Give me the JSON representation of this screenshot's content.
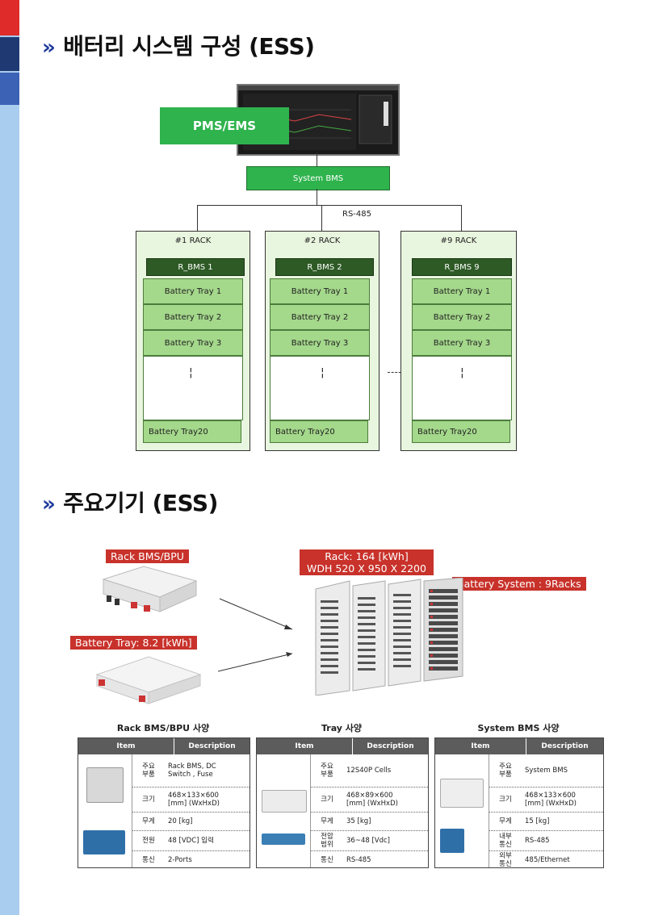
{
  "section1": {
    "chevron": "»",
    "title": "배터리 시스템 구성 (ESS)"
  },
  "section2": {
    "chevron": "»",
    "title": "주요기기 (ESS)"
  },
  "diagram": {
    "pms_label": "PMS/EMS",
    "system_bms_label": "System BMS",
    "bus_label": "RS-485",
    "racks": [
      {
        "title": "#1 RACK",
        "rbms": "R_BMS 1",
        "trays": [
          "Battery Tray 1",
          "Battery Tray 2",
          "Battery Tray 3"
        ],
        "last_tray": "Battery Tray20"
      },
      {
        "title": "#2 RACK",
        "rbms": "R_BMS 2",
        "trays": [
          "Battery Tray 1",
          "Battery Tray 2",
          "Battery Tray 3"
        ],
        "last_tray": "Battery Tray20"
      },
      {
        "title": "#9 RACK",
        "rbms": "R_BMS 9",
        "trays": [
          "Battery Tray 1",
          "Battery Tray 2",
          "Battery Tray 3"
        ],
        "last_tray": "Battery Tray20"
      }
    ],
    "colors": {
      "green": "#2fb34d",
      "dark_green": "#2d5a25",
      "tray_green": "#a4d88b",
      "rack_bg": "#e9f6df"
    }
  },
  "equipment": {
    "rack_bms_label": "Rack BMS/BPU",
    "tray_label": "Battery Tray: 8.2 [kWh]",
    "rack_label_line1": "Rack: 164 [kWh]",
    "rack_label_line2": "WDH 520 X 950 X 2200",
    "system_label": "Battery System : 9Racks",
    "label_color": "#c8322b"
  },
  "tables": [
    {
      "title": "Rack BMS/BPU 사양",
      "header": [
        "Item",
        "Description"
      ],
      "rows": [
        {
          "key": "주요\n부품",
          "value": "Rack BMS, DC\nSwitch , Fuse"
        },
        {
          "key": "크기",
          "value": "468×133×600\n[mm] (WxHxD)"
        },
        {
          "key": "무게",
          "value": "20 [kg]"
        },
        {
          "key": "전원",
          "value": "48 [VDC] 입력"
        },
        {
          "key": "통신",
          "value": "2-Ports"
        }
      ]
    },
    {
      "title": "Tray 사양",
      "header": [
        "Item",
        "Description"
      ],
      "rows": [
        {
          "key": "주요\n부품",
          "value": "12S40P Cells"
        },
        {
          "key": "크기",
          "value": "468×89×600\n[mm] (WxHxD)"
        },
        {
          "key": "무게",
          "value": "35 [kg]"
        },
        {
          "key": "전압\n범위",
          "value": "36~48 [Vdc]"
        },
        {
          "key": "통신",
          "value": "RS-485"
        }
      ]
    },
    {
      "title": "System BMS 사양",
      "header": [
        "Item",
        "Description"
      ],
      "rows": [
        {
          "key": "주요\n부품",
          "value": "System BMS"
        },
        {
          "key": "크기",
          "value": "468×133×600\n[mm] (WxHxD)"
        },
        {
          "key": "무게",
          "value": "15 [kg]"
        },
        {
          "key": "내부\n통신",
          "value": "RS-485"
        },
        {
          "key": "외부\n통신",
          "value": "485/Ethernet"
        }
      ]
    }
  ]
}
